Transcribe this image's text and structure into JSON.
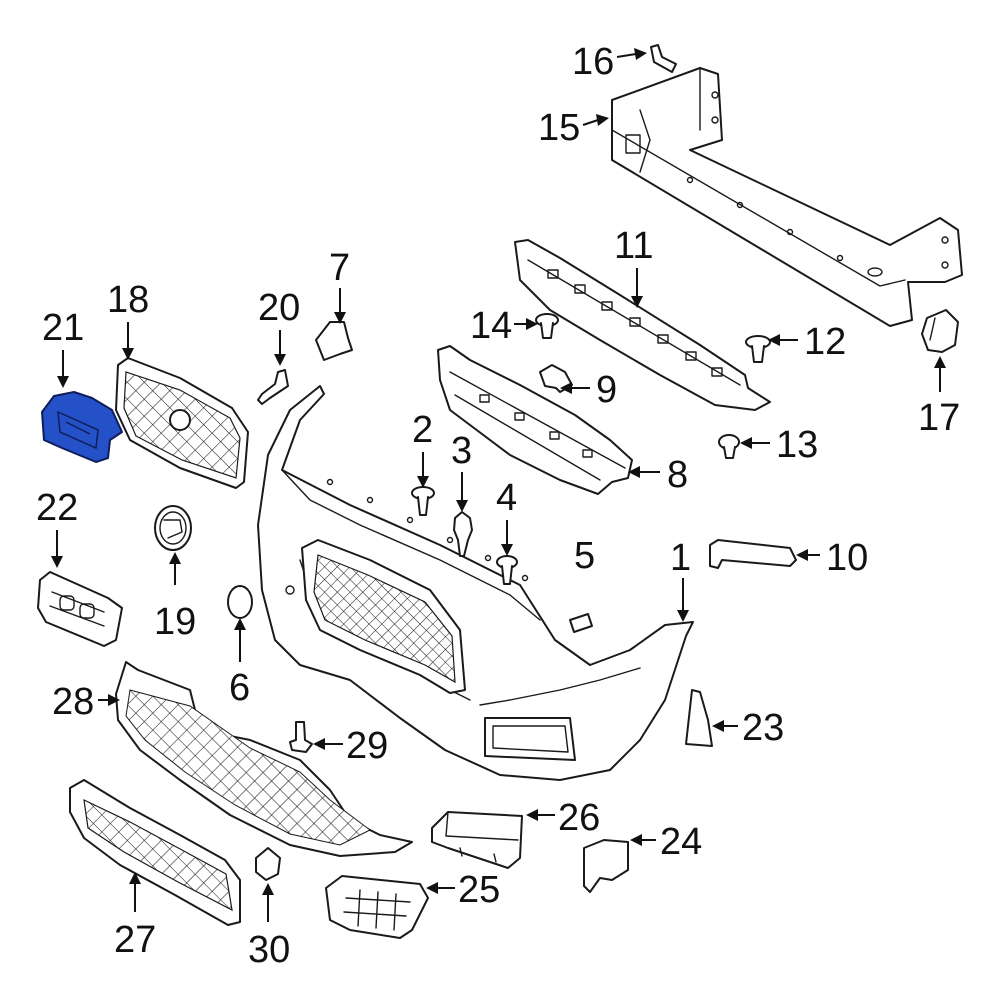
{
  "callouts": [
    "1",
    "2",
    "3",
    "4",
    "5",
    "6",
    "7",
    "8",
    "9",
    "10",
    "11",
    "12",
    "13",
    "14",
    "15",
    "16",
    "17",
    "18",
    "19",
    "20",
    "21",
    "22",
    "23",
    "24",
    "25",
    "26",
    "27",
    "28",
    "29",
    "30"
  ],
  "colors": {
    "highlight": "#2450c8",
    "line": "#1a1a1a",
    "background": "#ffffff"
  },
  "highlighted_part": "21"
}
